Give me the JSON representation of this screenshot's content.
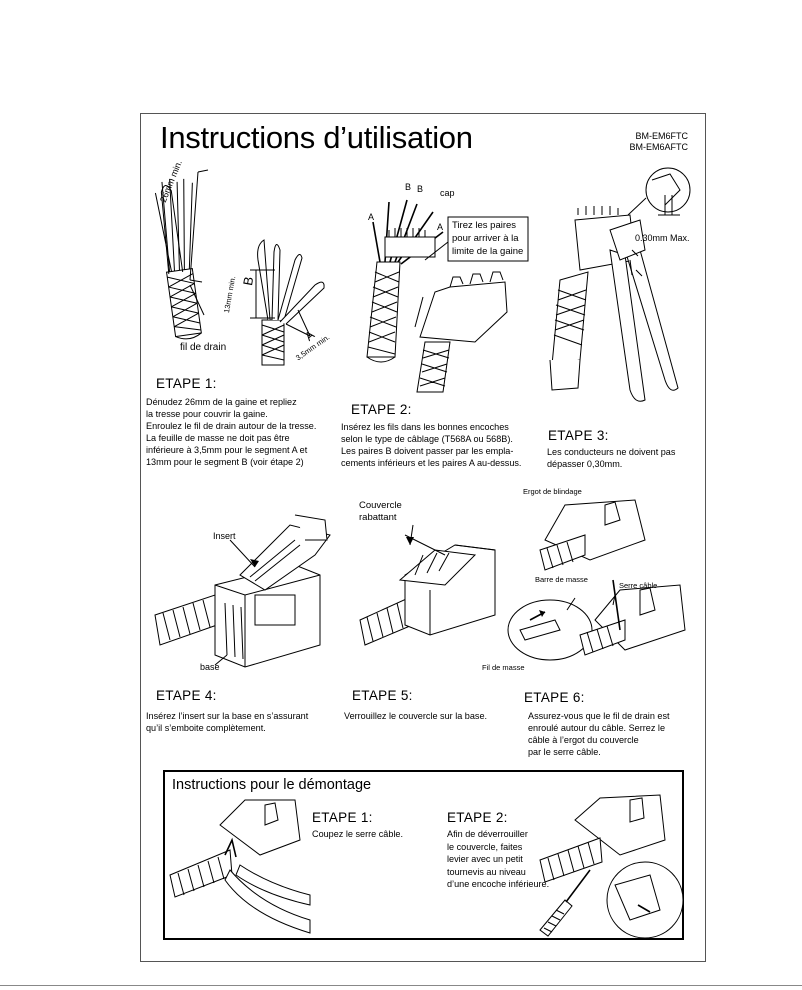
{
  "header": {
    "title": "Instructions d’utilisation",
    "models": [
      "BM-EM6FTC",
      "BM-EM6AFTC"
    ]
  },
  "step1": {
    "heading": "ETAPE 1:",
    "lines": [
      "Dénudez 26mm de la gaine et repliez",
      "la tresse pour couvrir la gaine.",
      "Enroulez le fil de drain autour de la tresse.",
      "La feuille de masse ne doit pas être",
      "inférieure à 3,5mm pour le segment A et",
      "13mm pour le segment B (voir étape 2)"
    ],
    "labels": {
      "dim26": "26mm  min.",
      "dim13": "13mm min.",
      "b": "B",
      "a": "A",
      "dim35": "3,5mm min.",
      "drain": "fil de drain"
    }
  },
  "step2": {
    "heading": "ETAPE 2:",
    "lines": [
      "Insérez les fils dans les bonnes encoches",
      "selon le type de câblage (T568A ou 568B).",
      "Les paires B doivent passer par les empla-",
      "cements inférieurs et les paires A au-dessus."
    ],
    "labels": {
      "b1": "B",
      "b2": "B",
      "cap": "cap",
      "a_left": "A",
      "a_right": "A",
      "callout": [
        "Tirez les paires",
        "pour arriver à la",
        "limite de la gaine"
      ]
    }
  },
  "step3": {
    "heading": "ETAPE 3:",
    "lines": [
      "Les conducteurs ne doivent pas",
      "dépasser 0,30mm."
    ],
    "labels": {
      "max": "0.30mm Max."
    }
  },
  "step4": {
    "heading": "ETAPE 4:",
    "lines": [
      "Insérez l’insert sur la base en s’assurant",
      "qu’il s’emboite complètement."
    ],
    "labels": {
      "insert": "Insert",
      "base": "base"
    }
  },
  "step5": {
    "heading": "ETAPE 5:",
    "lines": [
      "Verrouillez le couvercle sur la base."
    ],
    "labels": {
      "cover": [
        "Couvercle",
        "rabattant"
      ]
    }
  },
  "step6": {
    "heading": "ETAPE 6:",
    "lines": [
      "Assurez-vous que le fil de drain est",
      "enroulé autour du câble. Serrez le",
      "câble à l’ergot du couvercle",
      "par le serre câble."
    ],
    "labels": {
      "ergot": "Ergot de blindage",
      "barre": "Barre de masse",
      "serre": "Serre câble",
      "fil": "Fil de masse"
    }
  },
  "dismount": {
    "title": "Instructions pour le démontage",
    "step1": {
      "heading": "ETAPE 1:",
      "lines": [
        "Coupez le serre câble."
      ]
    },
    "step2": {
      "heading": "ETAPE 2:",
      "lines": [
        "Afin de déverrouiller",
        "le couvercle, faites",
        "levier avec un petit",
        "tournevis au niveau",
        "d’une encoche inférieure."
      ]
    }
  }
}
